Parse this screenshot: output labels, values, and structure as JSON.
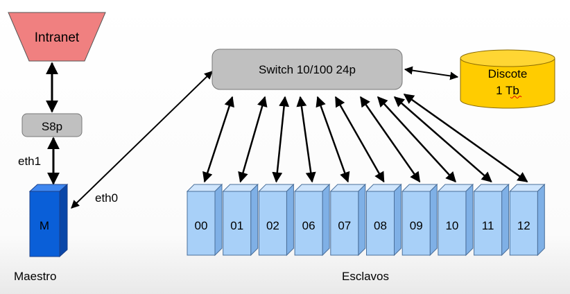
{
  "intranet_label": "Intranet",
  "s8p_label": "S8p",
  "eth1_label": "eth1",
  "eth0_label": "eth0",
  "master_label": "M",
  "master_caption": "Maestro",
  "switch_label": "Switch 10/100 24p",
  "disk_line1": "Discote",
  "disk_line2": "1 Tb",
  "slaves_caption": "Esclavos",
  "slaves": [
    "00",
    "01",
    "02",
    "06",
    "07",
    "08",
    "09",
    "10",
    "11",
    "12"
  ],
  "colors": {
    "intranet_fill": "#f08080",
    "switch_fill": "#c0c0c0",
    "disk_fill": "#ffcc00",
    "master_front": "#0a5fd8",
    "slave_front": "#a8d0f8"
  }
}
